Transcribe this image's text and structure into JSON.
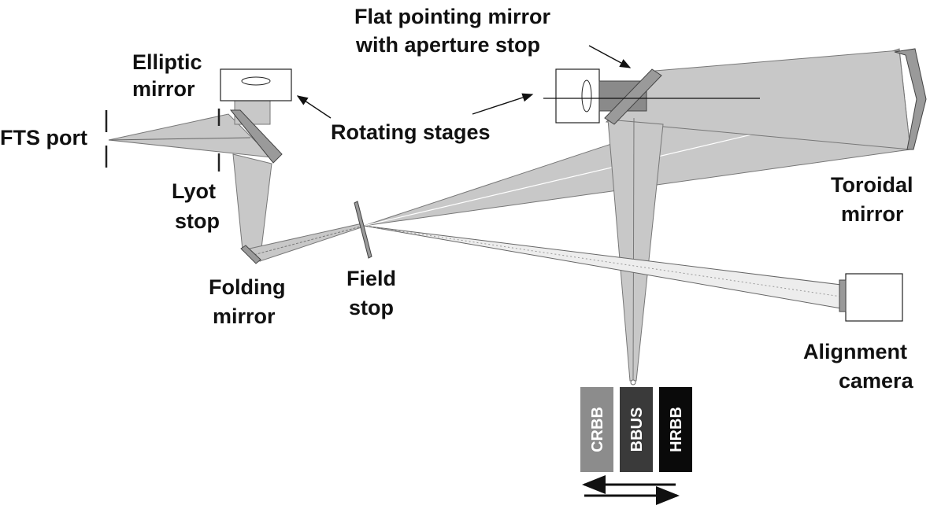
{
  "labels": {
    "elliptic_mirror": [
      "Elliptic",
      "mirror"
    ],
    "flat_pointing_mirror": [
      "Flat pointing mirror",
      "with aperture stop"
    ],
    "fts_port": "FTS port",
    "rotating_stages": "Rotating stages",
    "lyot_stop": [
      "Lyot",
      "stop"
    ],
    "toroidal_mirror": [
      "Toroidal",
      "mirror"
    ],
    "folding_mirror": [
      "Folding",
      "mirror"
    ],
    "field_stop": [
      "Field",
      "stop"
    ],
    "alignment_camera": [
      "Alignment",
      "camera"
    ]
  },
  "sources": [
    {
      "label": "CRBB",
      "color": "#8c8c8c"
    },
    {
      "label": "BBUS",
      "color": "#3a3a3a"
    },
    {
      "label": "HRBB",
      "color": "#0a0a0a"
    }
  ],
  "colors": {
    "beam": "#c8c8c8",
    "mirror": "#9a9a9a",
    "outline": "#555555",
    "text": "#111111"
  }
}
